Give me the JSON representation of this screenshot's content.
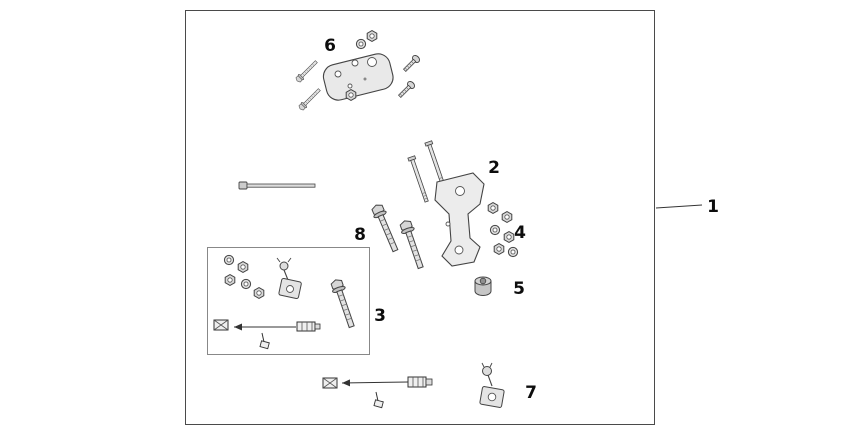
{
  "diagram": {
    "type": "exploded-parts-diagram",
    "labels": {
      "p1": "1",
      "p2": "2",
      "p3": "3",
      "p4": "4",
      "p5": "5",
      "p6": "6",
      "p7": "7",
      "p8": "8"
    },
    "icons": [
      "bracket-plate-icon",
      "stay-bracket-icon",
      "flange-bolt-icon",
      "machine-screw-icon",
      "long-bolt-icon",
      "hex-nut-icon",
      "washer-icon",
      "grommet-icon",
      "sensor-bracket-icon",
      "wire-harness-icon",
      "connector-icon",
      "cable-tie-icon",
      "rod-icon"
    ],
    "colors": {
      "outline": "#444444",
      "fill_light": "#ececec",
      "fill_mid": "#cccccc",
      "label": "#0d0d0d",
      "background": "#ffffff"
    }
  }
}
